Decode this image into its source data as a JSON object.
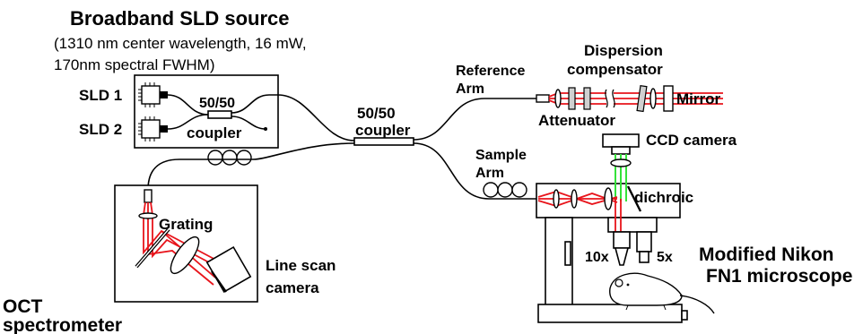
{
  "labels": {
    "source_title": "Broadband SLD source",
    "source_specs_line1": "(1310 nm center wavelength, 16 mW,",
    "source_specs_line2": "170nm spectral FWHM)",
    "sld1": "SLD 1",
    "sld2": "SLD 2",
    "inner_coupler_ratio": "50/50",
    "inner_coupler": "coupler",
    "main_coupler_ratio": "50/50",
    "main_coupler": "coupler",
    "reference_arm_line1": "Reference",
    "reference_arm_line2": "Arm",
    "dispersion_line1": "Dispersion",
    "dispersion_line2": "compensator",
    "mirror": "Mirror",
    "attenuator": "Attenuator",
    "ccd_camera": "CCD camera",
    "sample_arm_line1": "Sample",
    "sample_arm_line2": "Arm",
    "dichroic": "dichroic",
    "grating": "Grating",
    "line_scan_line1": "Line scan",
    "line_scan_line2": "camera",
    "objective_10x": "10x",
    "objective_5x": "5x",
    "microscope_line1": "Modified Nikon",
    "microscope_line2": "FN1 microscope",
    "spectrometer_line1": "OCT",
    "spectrometer_line2": "spectrometer"
  },
  "colors": {
    "beam": "#e8141b",
    "imaging_beam": "#35e23a",
    "lines": "#000000"
  }
}
